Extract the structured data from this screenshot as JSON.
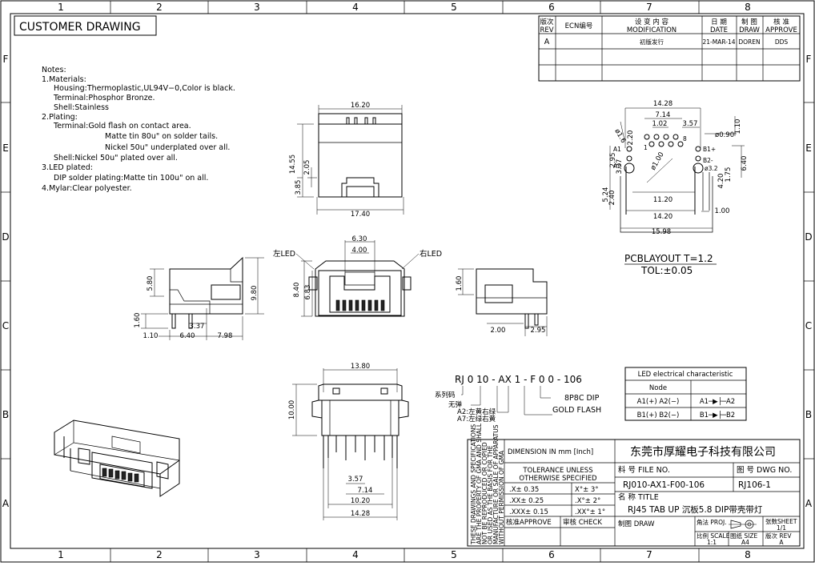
{
  "title": "CUSTOMER DRAWING",
  "grid": {
    "columns": [
      "1",
      "2",
      "3",
      "4",
      "5",
      "6",
      "7",
      "8"
    ],
    "rows": [
      "F",
      "E",
      "D",
      "C",
      "B",
      "A"
    ]
  },
  "notes": [
    "Notes:",
    "1.Materials:",
    "Housing:Thermoplastic,UL94V−0,Color is black.",
    "Terminal:Phosphor Bronze.",
    "Shell:Stainless",
    "2.Plating:",
    "Terminal:Gold flash on contact area.",
    "Matte tin 80u\" on solder tails.",
    "Nickel 50u\" underplated over all.",
    "Shell:Nickel 50u\" plated over all.",
    "3.LED plated:",
    "DIP solder plating:Matte tin 100u\" on all.",
    "4.Mylar:Clear polyester."
  ],
  "revision_table": {
    "headers": {
      "rev_cn": "版次",
      "rev": "REV",
      "ecn": "ECN编号",
      "mod_cn": "设 变 内 容",
      "mod": "MODIFICATION",
      "date_cn": "日 期",
      "date": "DATE",
      "draw_cn": "制 图",
      "draw": "DRAW",
      "approve_cn": "核 准",
      "approve": "APPROVE"
    },
    "rows": [
      {
        "rev": "A",
        "ecn": "",
        "modification": "初版发行",
        "date": "21-MAR-14",
        "draw": "DOREN",
        "approve": "DDS"
      }
    ]
  },
  "top_view": {
    "dims": [
      "16.20",
      "14.55",
      "2.05",
      "3.85",
      "17.40"
    ]
  },
  "pcb_layout": {
    "dims": [
      "14.28",
      "7.14",
      "1.02",
      "3.57",
      "2.20",
      "1.10",
      "ø0.90",
      "ø1.6",
      "2.95",
      "3.37",
      "5.24",
      "2.40",
      "ø1.00",
      "11.20",
      "14.20",
      "15.98",
      "1.00",
      "1.75",
      "4.20",
      "6.40",
      "ø3.2"
    ],
    "labels": [
      "A1",
      "A2",
      "B1+",
      "B2-",
      "1",
      "8"
    ],
    "title": "PCBLAYOUT T=1.2",
    "tolerance": "TOL:±0.05"
  },
  "side_view_left": {
    "dims": [
      "5.80",
      "9.80",
      "1.60",
      "3.37",
      "1.10",
      "6.40",
      "7.98"
    ]
  },
  "front_view": {
    "dims": [
      "6.30",
      "4.00",
      "6.83",
      "8.40"
    ],
    "left_led": "左LED",
    "right_led": "右LED"
  },
  "side_view_right": {
    "dims": [
      "1.60",
      "2.00",
      "2.95"
    ]
  },
  "bottom_view": {
    "dims": [
      "13.80",
      "10.00",
      "3.57",
      "7.14",
      "10.20",
      "14.28"
    ]
  },
  "part_number": {
    "code": "RJ 0 10 - AX 1 - F 0 0 - 106",
    "callouts": [
      "系列码",
      "无弹",
      "A2:左黄右绿",
      "A7:左绿右黄"
    ],
    "right_callouts": [
      "8P8C DIP",
      "GOLD FLASH"
    ]
  },
  "led_table": {
    "title": "LED electrical characteristic",
    "node": "Node",
    "rows": [
      {
        "left": "A1(+)   A2(−)",
        "right": "A1─▶├─A2"
      },
      {
        "left": "B1(+)   B2(−)",
        "right": "B1─▶├─B2"
      }
    ]
  },
  "title_block": {
    "side_text": [
      "THESE DRAWINGS AND SPECIFICATIONS",
      "ARE THE PROPERTY OF GMA AND SHALL",
      "NOT BE REPRODUCED OR COPIED",
      "OR USED AS THE BASIS FOR THE",
      "MANUFACTURE OR SALE OF APPARATUS",
      "WITHOUT PERMISSION OF GMA"
    ],
    "dimension": "DIMENSION IN mm [Inch]",
    "company": "东莞市厚耀电子科技有限公司",
    "tolerance_title_1": "TOLERANCE UNLESS",
    "tolerance_title_2": "OTHERWISE SPECIFIED",
    "tolerances": [
      {
        "lin": ".X± 0.35",
        "ang": "X°± 3°"
      },
      {
        "lin": ".XX± 0.25",
        "ang": ".X°± 2°"
      },
      {
        "lin": ".XXX± 0.15",
        "ang": ".XX°± 1°"
      }
    ],
    "file_no_label": "料 号 FILE NO.",
    "file_no": "RJ010-AX1-F00-106",
    "dwg_no_label": "图 号 DWG NO.",
    "dwg_no": "RJ106-1",
    "title_label": "名 称 TITLE",
    "title": "RJ45 TAB UP 沉板5.8 DIP带壳带灯",
    "approve_label": "核准APPROVE",
    "check_label": "审核 CHECK",
    "draw_label": "制图 DRAW",
    "proj_label": "角法 PROJ.",
    "sheet_label": "张数SHEET",
    "sheet": "1/1",
    "scale_label": "比例 SCALE",
    "scale": "1:1",
    "size_label": "图纸 SIZE",
    "size": "A4",
    "rev_label": "版次 REV",
    "rev": "A"
  }
}
